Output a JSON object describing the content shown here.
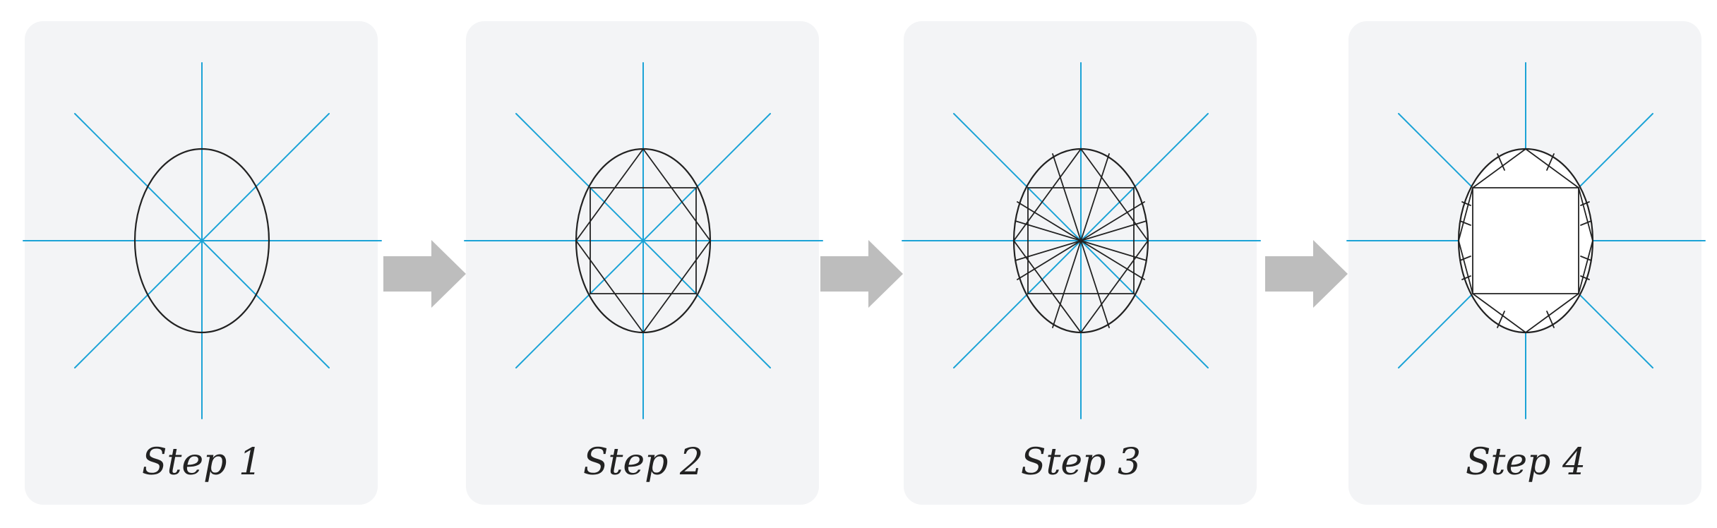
{
  "colors": {
    "panel_background": "#f3f4f6",
    "guide_line": "#1ba3d6",
    "outline": "#222222",
    "arrow": "#bdbdbd",
    "gem_fill": "#ffffff"
  },
  "steps": [
    {
      "label": "Step 1",
      "stage": 1
    },
    {
      "label": "Step 2",
      "stage": 2
    },
    {
      "label": "Step 3",
      "stage": 3
    },
    {
      "label": "Step 4",
      "stage": 4
    }
  ],
  "arrows": [
    {
      "icon": "right-arrow-icon"
    },
    {
      "icon": "right-arrow-icon"
    },
    {
      "icon": "right-arrow-icon"
    }
  ]
}
